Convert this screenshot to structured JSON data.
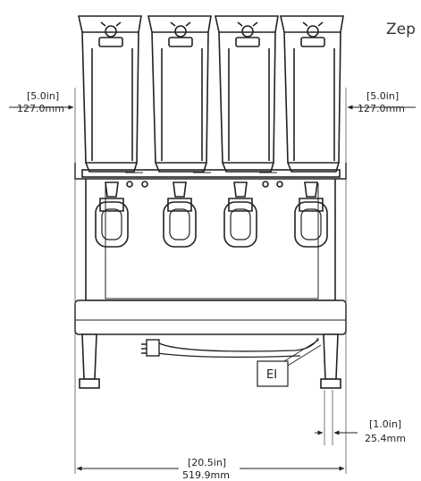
{
  "header": {
    "partial_title": "Zep"
  },
  "dimensions": {
    "left_offset": {
      "imperial": "[5.0in]",
      "metric": "127.0mm"
    },
    "right_offset": {
      "imperial": "[5.0in]",
      "metric": "127.0mm"
    },
    "leg_offset": {
      "imperial": "[1.0in]",
      "metric": "25.4mm"
    },
    "overall_width": {
      "imperial": "[20.5in]",
      "metric": "519.9mm"
    }
  },
  "callouts": {
    "electrical": "EI"
  }
}
